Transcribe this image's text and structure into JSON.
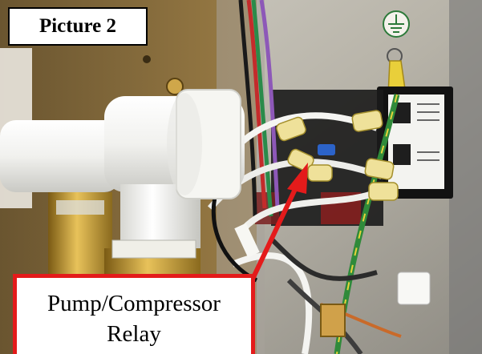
{
  "figure_label": "Picture 2",
  "callout": {
    "line1": "Pump/Compressor",
    "line2": "Relay"
  },
  "colors": {
    "callout_border": "#e41b1b",
    "arrow": "#e41b1b",
    "panel": "#b9b6ac"
  },
  "icons": [
    "ground-symbol-icon",
    "pointer-arrow-icon"
  ]
}
